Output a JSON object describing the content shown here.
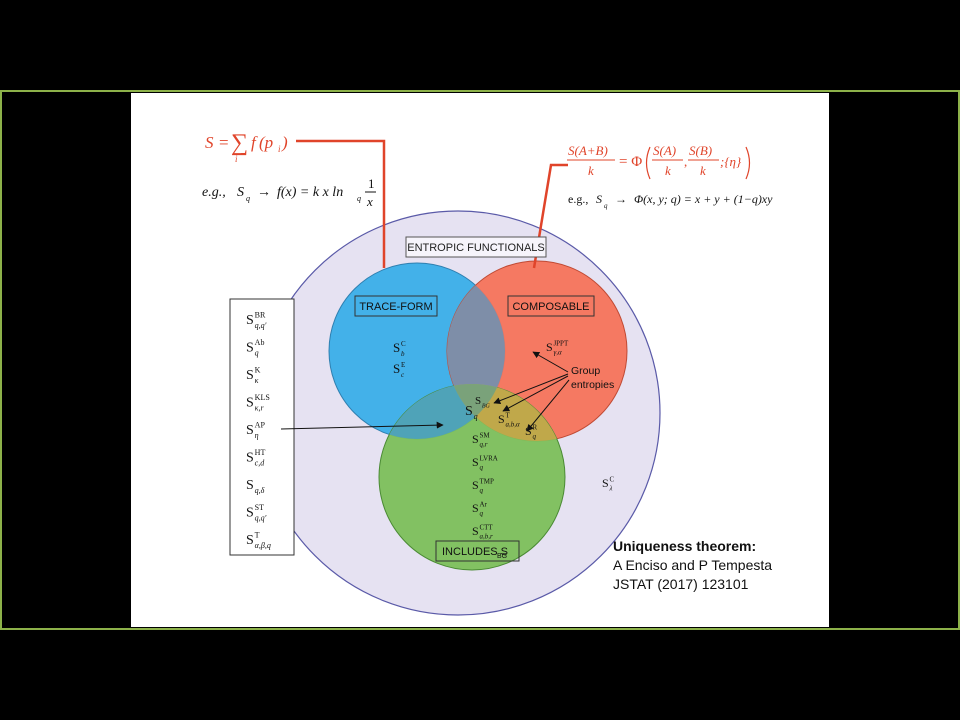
{
  "trace_formula": {
    "lhs": "S",
    "eq": "=",
    "sum": "∑",
    "sub_i": "i",
    "f": "f",
    "arg": "(p",
    "arg_sub": "i",
    "close": ")"
  },
  "trace_example": {
    "eg": "e.g.,",
    "S": "S",
    "S_sub": "q",
    "arrow": "→",
    "fx": "f(x) = k x ln",
    "ln_sub": "q",
    "num": "1",
    "den": "x"
  },
  "comp_formula": {
    "num1": "S(A+B)",
    "den1": "k",
    "eq": "= Φ",
    "num2": "S(A)",
    "den2": "k",
    "comma": ",",
    "num3": "S(B)",
    "den3": "k",
    "eta": ";{η}"
  },
  "comp_example": {
    "eg": "e.g.,",
    "S": "S",
    "S_sub": "q",
    "arrow": "→",
    "rhs": "Φ(x, y; q) = x + y + (1−q)xy"
  },
  "labels": {
    "entropic": "ENTROPIC FUNCTIONALS",
    "trace": "TRACE-FORM",
    "composable": "COMPOSABLE",
    "includes": "INCLUDES S",
    "includes_sub": "BG",
    "group": "Group",
    "group2": "entropies"
  },
  "left_list": [
    {
      "base": "S",
      "sup": "BR",
      "sub": "q,q'"
    },
    {
      "base": "S",
      "sup": "Ab",
      "sub": "q"
    },
    {
      "base": "S",
      "sup": "K",
      "sub": "κ"
    },
    {
      "base": "S",
      "sup": "KLS",
      "sub": "κ,r"
    },
    {
      "base": "S",
      "sup": "AP",
      "sub": "η"
    },
    {
      "base": "S",
      "sup": "HT",
      "sub": "c,d"
    },
    {
      "base": "S",
      "sup": "",
      "sub": "q,δ"
    },
    {
      "base": "S",
      "sup": "ST",
      "sub": "q,q'"
    },
    {
      "base": "S",
      "sup": "T",
      "sub": "α,β,q"
    }
  ],
  "trace_items": [
    {
      "base": "S",
      "sup": "C",
      "sub": "b"
    },
    {
      "base": "S",
      "sup": "E",
      "sub": "c"
    }
  ],
  "comp_item": {
    "base": "S",
    "sup": "JPPT",
    "sub": "γ,α"
  },
  "center": {
    "Sq": {
      "base": "S",
      "sub": "q"
    },
    "SBG": {
      "base": "S",
      "sub": "BG"
    },
    "ST": {
      "base": "S",
      "sup": "T",
      "sub": "a,b,α"
    },
    "SR": {
      "base": "S",
      "sup": "R",
      "sub": "q"
    }
  },
  "green_items": [
    {
      "base": "S",
      "sup": "SM",
      "sub": "q,r"
    },
    {
      "base": "S",
      "sup": "LVRA",
      "sub": "q"
    },
    {
      "base": "S",
      "sup": "TMP",
      "sub": "q"
    },
    {
      "base": "S",
      "sup": "Ar",
      "sub": "q"
    },
    {
      "base": "S",
      "sup": "CTT",
      "sub": "a,b,r"
    }
  ],
  "outer_item": {
    "base": "S",
    "sup": "C",
    "sub": "λ"
  },
  "theorem": {
    "title": "Uniqueness theorem:",
    "authors": "A Enciso and P Tempesta",
    "ref": "JSTAT (2017) 123101"
  },
  "colors": {
    "red": "#e0442a",
    "blue": "#3aaee8",
    "orange": "#f5735a",
    "green": "#7cbf5a",
    "outer": "#e6e2f2",
    "frame": "#8db24a"
  }
}
